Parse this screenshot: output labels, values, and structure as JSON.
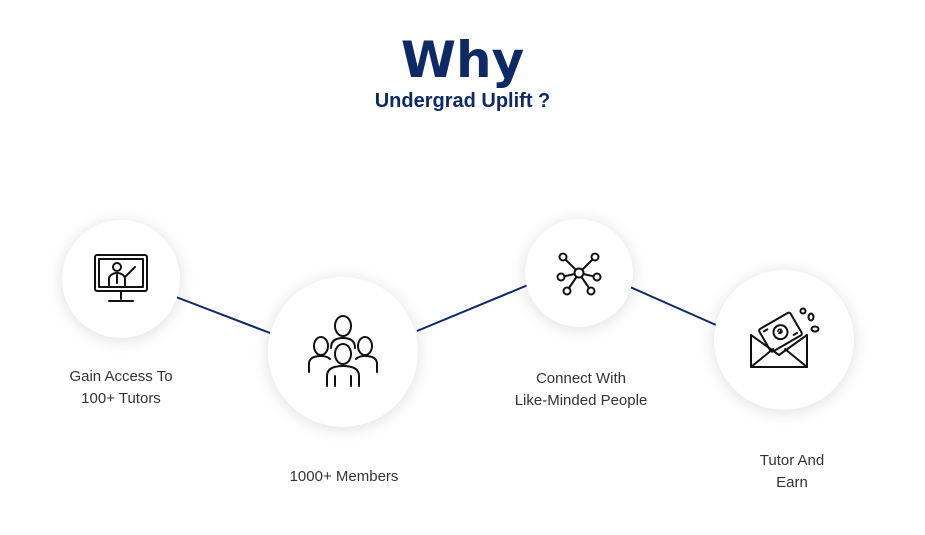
{
  "header": {
    "title": "Why",
    "subtitle": "Undergrad Uplift ?"
  },
  "colors": {
    "brand_navy": "#0d2a66",
    "connector": "#0d2a66",
    "text": "#333333"
  },
  "features": [
    {
      "icon": "tutor-screen-icon",
      "line1": "Gain Access To",
      "line2": "100+ Tutors"
    },
    {
      "icon": "members-group-icon",
      "line1": "1000+ Members"
    },
    {
      "icon": "network-nodes-icon",
      "line1": "Connect With",
      "line2": "Like-Minded People"
    },
    {
      "icon": "money-envelope-icon",
      "line1": "Tutor And",
      "line2": "Earn"
    }
  ]
}
